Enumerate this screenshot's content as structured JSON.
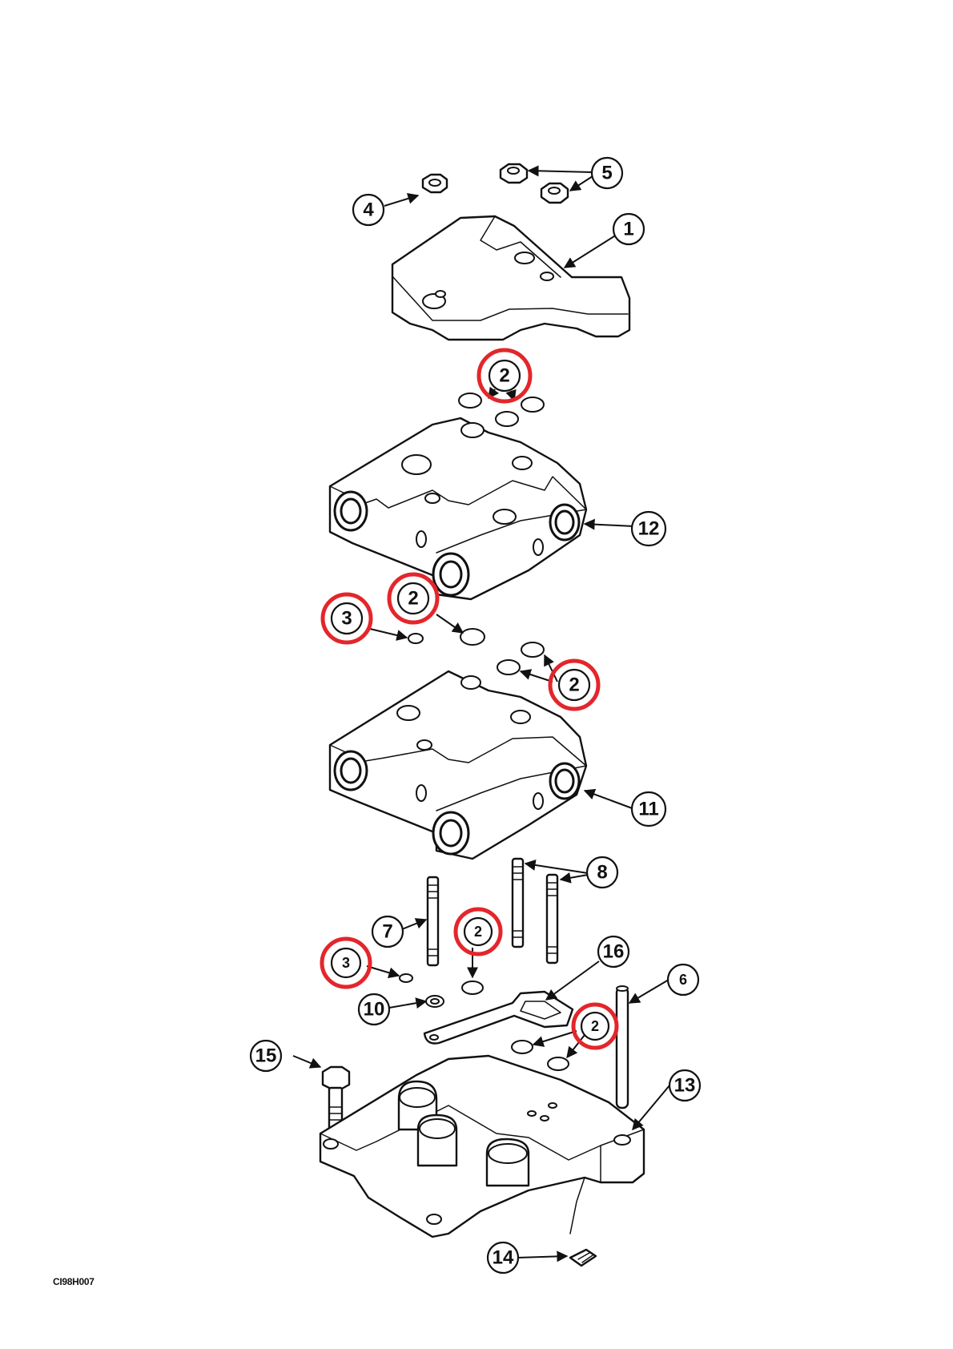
{
  "figure_code": "CI98H007",
  "callouts": [
    {
      "id": "c1",
      "label": "1"
    },
    {
      "id": "c2a",
      "label": "2",
      "highlighted": true
    },
    {
      "id": "c2b",
      "label": "2",
      "highlighted": true
    },
    {
      "id": "c2c",
      "label": "2",
      "highlighted": true
    },
    {
      "id": "c2d",
      "label": "2",
      "highlighted": true
    },
    {
      "id": "c2e",
      "label": "2",
      "highlighted": true
    },
    {
      "id": "c3a",
      "label": "3",
      "highlighted": true
    },
    {
      "id": "c3b",
      "label": "3",
      "highlighted": true
    },
    {
      "id": "c4",
      "label": "4"
    },
    {
      "id": "c5",
      "label": "5"
    },
    {
      "id": "c6",
      "label": "6"
    },
    {
      "id": "c7",
      "label": "7"
    },
    {
      "id": "c8",
      "label": "8"
    },
    {
      "id": "c10",
      "label": "10"
    },
    {
      "id": "c11",
      "label": "11"
    },
    {
      "id": "c12",
      "label": "12"
    },
    {
      "id": "c13",
      "label": "13"
    },
    {
      "id": "c14",
      "label": "14"
    },
    {
      "id": "c15",
      "label": "15"
    },
    {
      "id": "c16",
      "label": "16"
    }
  ],
  "colors": {
    "highlight": "#e3262b",
    "line": "#111111",
    "background": "#ffffff"
  }
}
